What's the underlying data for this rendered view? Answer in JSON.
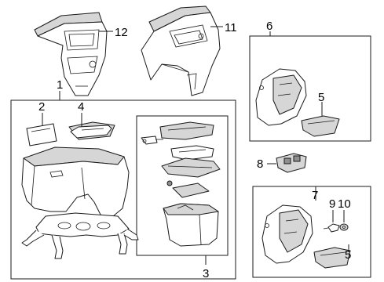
{
  "callouts": {
    "c1": "1",
    "c2": "2",
    "c3": "3",
    "c4": "4",
    "c5a": "5",
    "c5b": "5",
    "c6": "6",
    "c7": "7",
    "c8": "8",
    "c9": "9",
    "c10": "10",
    "c11": "11",
    "c12": "12"
  },
  "colors": {
    "line": "#1a1a1a",
    "shade": "#d6d6d6",
    "dark": "#8f8f8f",
    "background": "#ffffff"
  }
}
